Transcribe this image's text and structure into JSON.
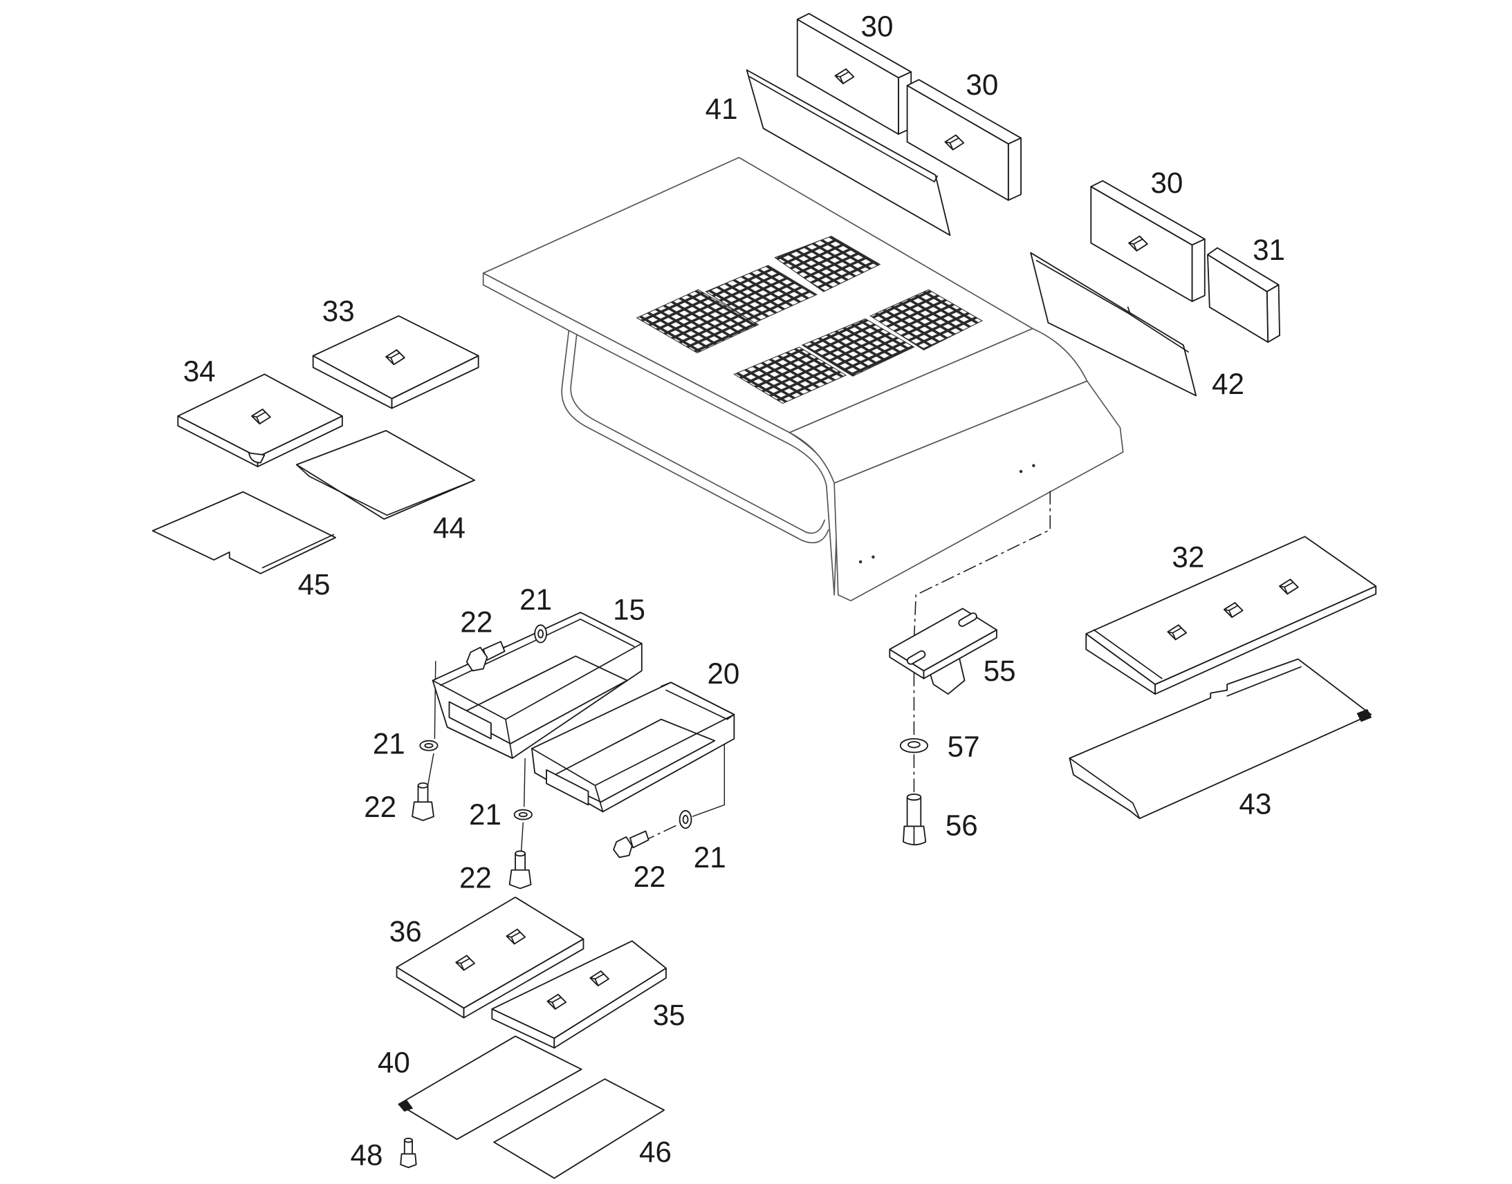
{
  "colors": {
    "line": "#1a1a1a",
    "roof_line": "#555555",
    "background": "#ffffff"
  },
  "callouts": [
    "30",
    "30",
    "41",
    "30",
    "31",
    "42",
    "33",
    "34",
    "44",
    "45",
    "32",
    "22",
    "21",
    "15",
    "20",
    "55",
    "21",
    "57",
    "22",
    "21",
    "56",
    "43",
    "22",
    "21",
    "22",
    "36",
    "35",
    "40",
    "48",
    "46"
  ]
}
